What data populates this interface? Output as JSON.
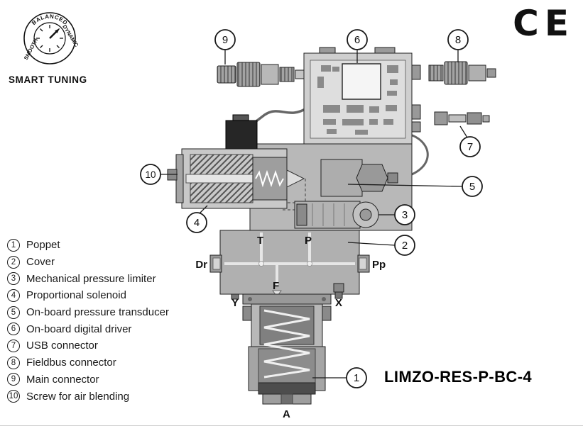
{
  "logo": {
    "title": "SMART TUNING",
    "dial": {
      "top": "BALANCED",
      "left": "SMOOTH",
      "right": "DYNAMIC"
    }
  },
  "ce_mark": "CE",
  "model_code": "LIMZO-RES-P-BC-4",
  "legend": [
    {
      "num": "1",
      "label": "Poppet"
    },
    {
      "num": "2",
      "label": "Cover"
    },
    {
      "num": "3",
      "label": "Mechanical pressure limiter"
    },
    {
      "num": "4",
      "label": "Proportional solenoid"
    },
    {
      "num": "5",
      "label": "On-board pressure transducer"
    },
    {
      "num": "6",
      "label": "On-board digital driver"
    },
    {
      "num": "7",
      "label": "USB connector"
    },
    {
      "num": "8",
      "label": "Fieldbus connector"
    },
    {
      "num": "9",
      "label": "Main connector"
    },
    {
      "num": "10",
      "label": "Screw for air blending"
    }
  ],
  "ports": {
    "t": "T",
    "p": "P",
    "dr": "Dr",
    "pp": "Pp",
    "f": "F",
    "y": "Y",
    "x": "X",
    "a": "A"
  }
}
